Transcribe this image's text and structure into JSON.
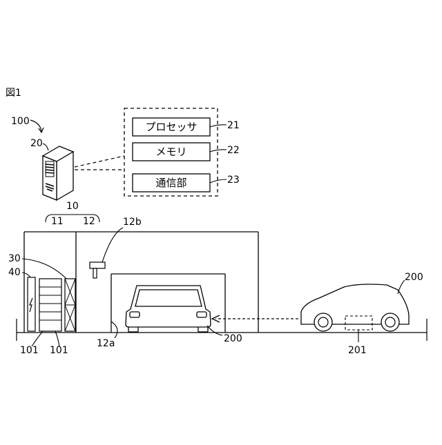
{
  "figure": {
    "title": "図1"
  },
  "labels": {
    "system": "100",
    "server": "20",
    "facility": "10",
    "section_a": "11",
    "section_b": "12",
    "camera": "12b",
    "rack_block": "30",
    "charger": "40",
    "entrance": "12a",
    "battery_left": "101",
    "battery_right": "101",
    "vehicle_parked": "200",
    "vehicle_road": "200",
    "vehicle_port": "201"
  },
  "server_blocks": [
    {
      "id": "processor",
      "text": "プロセッサ",
      "ref": "21"
    },
    {
      "id": "memory",
      "text": "メモリ",
      "ref": "22"
    },
    {
      "id": "comm",
      "text": "通信部",
      "ref": "23"
    }
  ]
}
